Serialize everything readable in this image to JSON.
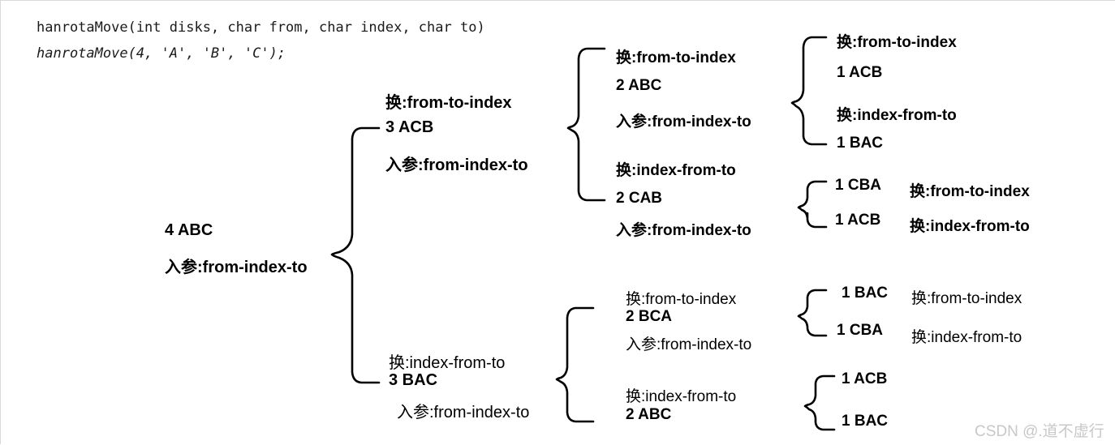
{
  "page": {
    "background": "#ffffff",
    "border_color": "#d9d9d9",
    "text_color": "#000000"
  },
  "code_header": {
    "signature": "hanrotaMove(int disks, char from, char index, char to)",
    "call": "hanrotaMove(4, 'A', 'B', 'C');"
  },
  "tree": {
    "root": {
      "label": "4 ABC",
      "param": "入参:from-index-to"
    },
    "level1": [
      {
        "swap": "换:from-to-index",
        "label": "3 ACB",
        "param": "入参:from-index-to"
      },
      {
        "swap": "换:index-from-to",
        "label": "3 BAC",
        "param": "入参:from-index-to"
      }
    ],
    "level2": [
      {
        "swap": "换:from-to-index",
        "label": "2 ABC",
        "param": "入参:from-index-to"
      },
      {
        "swap": "换:index-from-to",
        "label": "2 CAB",
        "param": "入参:from-index-to"
      },
      {
        "swap": "换:from-to-index",
        "label": "2 BCA",
        "param": "入参:from-index-to"
      },
      {
        "swap": "换:index-from-to",
        "label": "2 ABC",
        "param": ""
      }
    ],
    "level3": [
      {
        "swap": "换:from-to-index",
        "label": "1 ACB",
        "swap_side": "above"
      },
      {
        "swap": "换:index-from-to",
        "label": "1 BAC",
        "swap_side": "above"
      },
      {
        "swap": "换:from-to-index",
        "label": "1 CBA",
        "swap_side": "right"
      },
      {
        "swap": "换:index-from-to",
        "label": "1 ACB",
        "swap_side": "right"
      },
      {
        "swap": "换:from-to-index",
        "label": "1 BAC",
        "swap_side": "right"
      },
      {
        "swap": "换:index-from-to",
        "label": "1 CBA",
        "swap_side": "right"
      },
      {
        "swap": "",
        "label": "1 ACB",
        "swap_side": "none"
      },
      {
        "swap": "",
        "label": "1 BAC",
        "swap_side": "none"
      }
    ]
  },
  "watermark": {
    "text": "CSDN @.道不虚行"
  }
}
